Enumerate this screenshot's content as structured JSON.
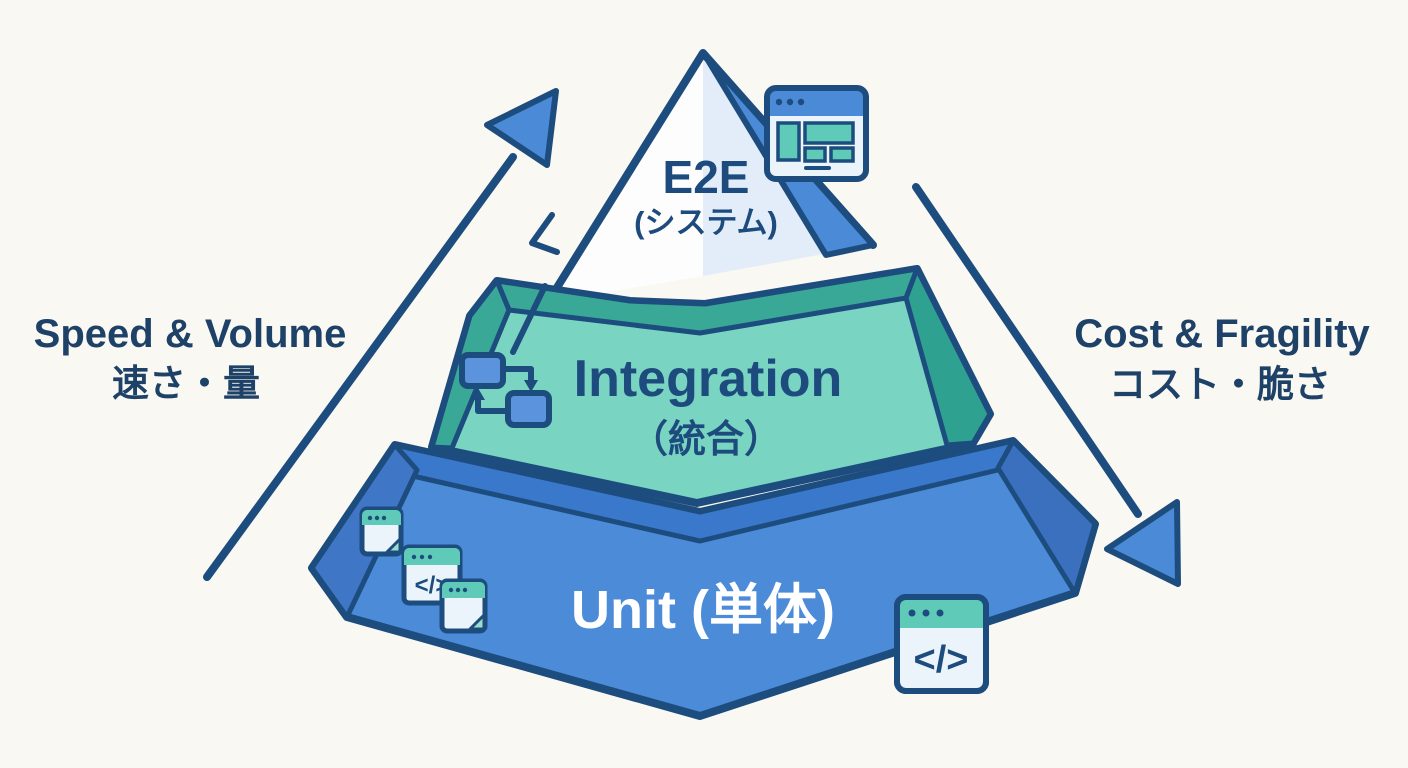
{
  "diagram": {
    "type": "testing-pyramid",
    "tiers": [
      {
        "id": "e2e",
        "label": "E2E",
        "sublabel": "(システム)"
      },
      {
        "id": "integration",
        "label": "Integration",
        "sublabel": "（統合）"
      },
      {
        "id": "unit",
        "label": "Unit (単体)"
      }
    ],
    "left_annotation": {
      "line1": "Speed & Volume",
      "line2": "速さ・量",
      "arrow_direction": "up"
    },
    "right_annotation": {
      "line1": "Cost & Fragility",
      "line2": "コスト・脆さ",
      "arrow_direction": "down"
    },
    "icons": {
      "e2e": "browser-window",
      "integration": "flowchart-boxes",
      "unit_left": [
        "file-window",
        "code-window",
        "file-window"
      ],
      "unit_right": "code-window",
      "code_glyph": "</>"
    }
  },
  "colors": {
    "background": "#faf8f2",
    "outline_navy": "#1d4c7e",
    "label_navy": "#1e4168",
    "tier_text_navy": "#1d4b7e",
    "e2e_face": "#fdfdfd",
    "e2e_shade": "#e3edf9",
    "accent_blue": "#4b8ad6",
    "teal_main": "#79d5c2",
    "teal_band": "#3aa896",
    "teal_facet": "#2fa191",
    "unit_main": "#4b8bd8",
    "unit_band": "#3a78cc",
    "unit_left_facet": "#4076c6",
    "unit_right_facet": "#3b70bf",
    "icon_header_teal": "#5ecab7",
    "icon_body": "#ecf4fb",
    "icon_fold": "#9adbc9",
    "icon_box_blue": "#5b94dd",
    "unit_text": "#ffffff"
  }
}
